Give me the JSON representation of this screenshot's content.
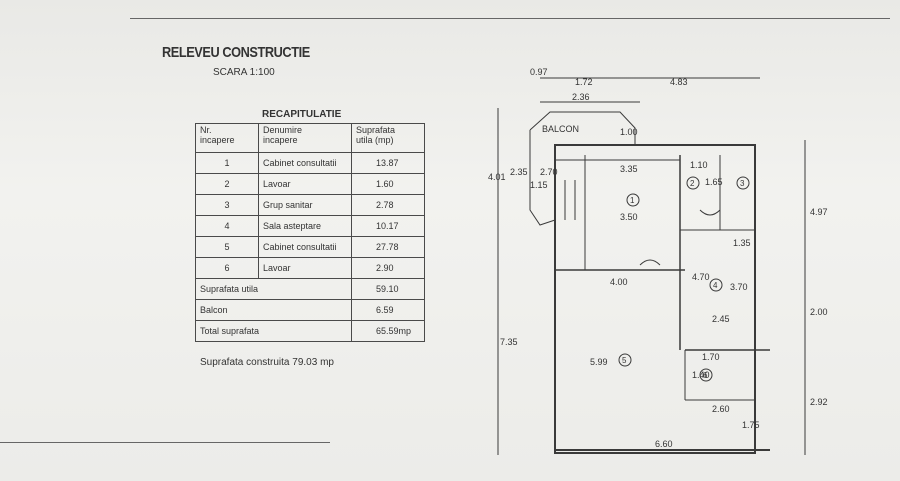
{
  "header": {
    "title": "RELEVEU CONSTRUCTIE",
    "scale": "SCARA  1:100"
  },
  "recap": {
    "title": "RECAPITULATIE",
    "columns": [
      "Nr.\nincapere",
      "Denumire\nincapere",
      "Suprafata\nutila (mp)"
    ],
    "rows": [
      {
        "nr": "1",
        "name": "Cabinet consultatii",
        "area": "13.87"
      },
      {
        "nr": "2",
        "name": "Lavoar",
        "area": "1.60"
      },
      {
        "nr": "3",
        "name": "Grup sanitar",
        "area": "2.78"
      },
      {
        "nr": "4",
        "name": "Sala asteptare",
        "area": "10.17"
      },
      {
        "nr": "5",
        "name": "Cabinet consultatii",
        "area": "27.78"
      },
      {
        "nr": "6",
        "name": "Lavoar",
        "area": "2.90"
      }
    ],
    "totals": [
      {
        "label": "Suprafata utila",
        "value": "59.10"
      },
      {
        "label": "Balcon",
        "value": "6.59"
      },
      {
        "label": "Total suprafata",
        "value": "65.59mp"
      }
    ]
  },
  "built_area": "Suprafata construita  79.03 mp",
  "plan": {
    "balcony": "BALCON",
    "rooms": [
      "1",
      "2",
      "3",
      "4",
      "5",
      "6"
    ],
    "dims": {
      "d097": "0.97",
      "d172": "1.72",
      "d483": "4.83",
      "d236": "2.36",
      "d100": "1.00",
      "d335": "3.35",
      "d110": "1.10",
      "d165": "1.65",
      "d401": "4.01",
      "d235": "2.35",
      "d270": "2.70",
      "d115": "1.15",
      "d350": "3.50",
      "d135": "1.35",
      "d400": "4.00",
      "d470": "4.70",
      "d370": "3.70",
      "d497": "4.97",
      "d245": "2.45",
      "d200": "2.00",
      "d735": "7.35",
      "d599": "5.99",
      "d170": "1.70",
      "d140": "1.40",
      "d260": "2.60",
      "d292": "2.92",
      "d175": "1.75",
      "d660": "6.60"
    }
  }
}
